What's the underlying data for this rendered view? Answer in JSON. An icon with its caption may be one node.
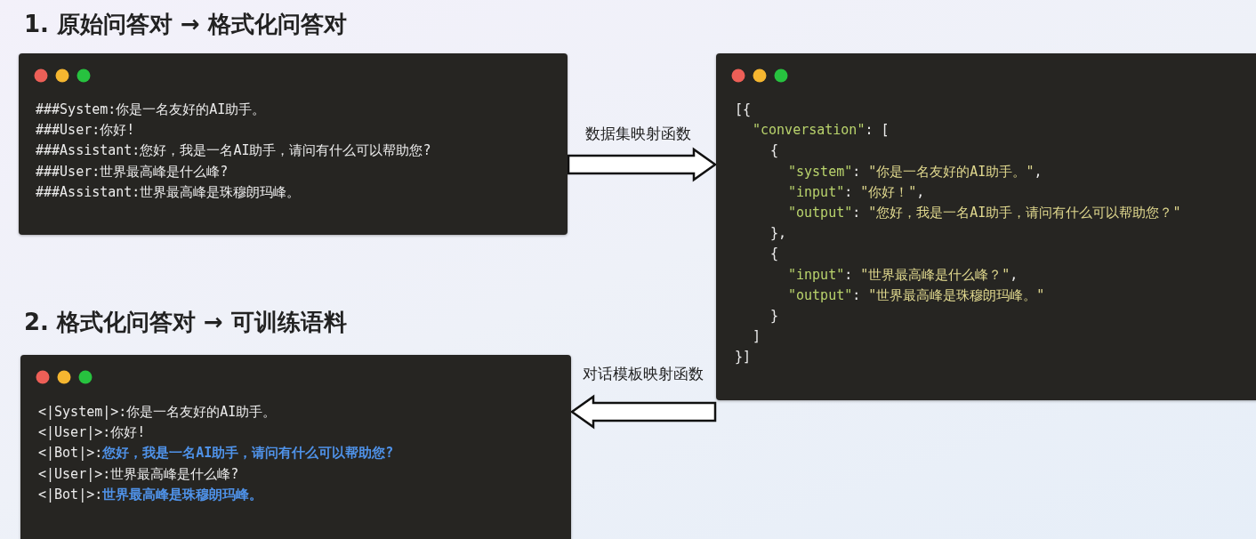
{
  "diagram": {
    "nodes": [
      {
        "text": [
          "###System:你是一名友好的AI助手。",
          "###User:你好!",
          "###Assistant:您好，我是一名AI助手，请问有什么可以帮助您?",
          "###User:世界最高峰是什么峰?",
          "###Assistant:世界最高峰是珠穆朗玛峰。"
        ]
      },
      {
        "text": [
          "[{",
          "\"conversation\": [",
          "{",
          "\"system\": \"你是一名友好的AI助手。\",",
          "\"input\": \"你好！\",",
          "\"output\": \"您好，我是一名AI助手，请问有什么可以帮助您？\"",
          "},",
          "{",
          "\"input\": \"世界最高峰是什么峰？\",",
          "\"output\": \"世界最高峰是珠穆朗玛峰。\"",
          "}",
          "]",
          "}]"
        ]
      },
      {
        "text": [
          "<|System|>:你是一名友好的AI助手。",
          "<|User|>:你好!",
          "<|Bot|>:**您好，我是一名AI助手，请问有什么可以帮助您?**",
          "<|User|>:世界最高峰是什么峰?",
          "<|Bot|>:**世界最高峰是珠穆朗玛峰。**"
        ]
      }
    ],
    "edges": [
      {
        "from": 0,
        "to": 1,
        "arrow": "to",
        "label": "数据集映射函数"
      },
      {
        "from": 1,
        "to": 2,
        "arrow": "to",
        "label": "对话模板映射函数"
      }
    ],
    "labels": [
      "1. 原始问答对 → 格式化问答对",
      "2. 格式化问答对 → 可训练语料"
    ]
  }
}
